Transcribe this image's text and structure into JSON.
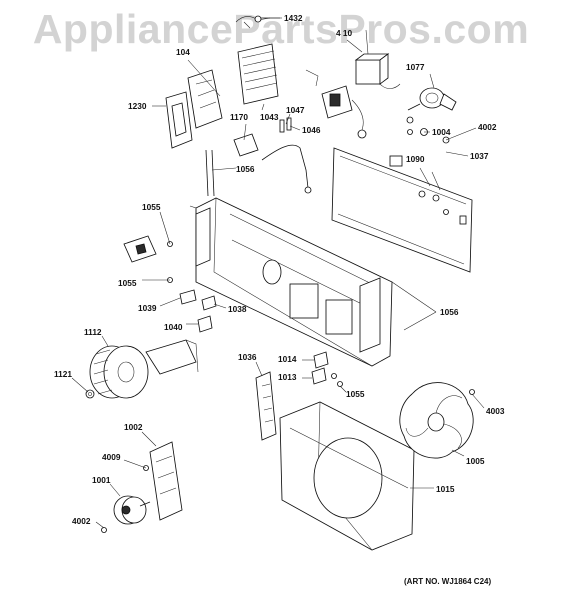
{
  "watermark": "AppliancePartsPros.com",
  "art_number": "(ART NO. WJ1864 C24)",
  "callouts": [
    {
      "id": "1432",
      "text": "1432"
    },
    {
      "id": "4010",
      "text": "4 10"
    },
    {
      "id": "1041",
      "text": "104"
    },
    {
      "id": "1077",
      "text": "1077"
    },
    {
      "id": "1230",
      "text": "1230"
    },
    {
      "id": "1170",
      "text": "1170"
    },
    {
      "id": "1043",
      "text": "1043"
    },
    {
      "id": "1047",
      "text": "1047"
    },
    {
      "id": "1046",
      "text": "1046"
    },
    {
      "id": "1004",
      "text": "1004"
    },
    {
      "id": "4002a",
      "text": "4002"
    },
    {
      "id": "1056a",
      "text": "1056"
    },
    {
      "id": "1090",
      "text": "1090"
    },
    {
      "id": "1037",
      "text": "1037"
    },
    {
      "id": "1055a",
      "text": "1055"
    },
    {
      "id": "1055b",
      "text": "1055"
    },
    {
      "id": "1039",
      "text": "1039"
    },
    {
      "id": "1038",
      "text": "1038"
    },
    {
      "id": "1040",
      "text": "1040"
    },
    {
      "id": "1056b",
      "text": "1056"
    },
    {
      "id": "1112",
      "text": "1112"
    },
    {
      "id": "1121",
      "text": "1121"
    },
    {
      "id": "1036",
      "text": "1036"
    },
    {
      "id": "1014",
      "text": "1014"
    },
    {
      "id": "1013",
      "text": "1013"
    },
    {
      "id": "1055c",
      "text": "1055"
    },
    {
      "id": "4003",
      "text": "4003"
    },
    {
      "id": "1002",
      "text": "1002"
    },
    {
      "id": "4009",
      "text": "4009"
    },
    {
      "id": "1005",
      "text": "1005"
    },
    {
      "id": "1001",
      "text": "1001"
    },
    {
      "id": "1015",
      "text": "1015"
    },
    {
      "id": "4002b",
      "text": "4002"
    }
  ]
}
